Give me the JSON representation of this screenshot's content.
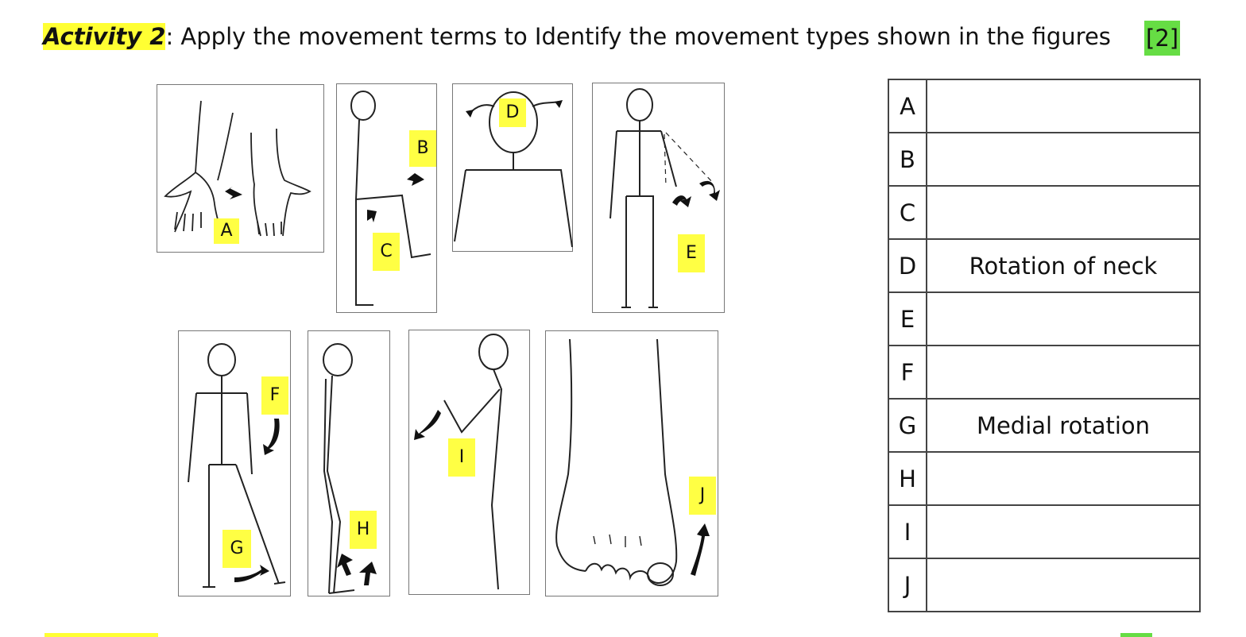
{
  "heading": {
    "activity_label": "Activity 2",
    "instruction": ": Apply the movement terms to Identify the movement types shown in the figures",
    "marks": "[2]"
  },
  "figure_labels": {
    "A": "A",
    "B": "B",
    "C": "C",
    "D": "D",
    "E": "E",
    "F": "F",
    "G": "G",
    "H": "H",
    "I": "I",
    "J": "J"
  },
  "answer_table": [
    {
      "letter": "A",
      "answer": ""
    },
    {
      "letter": "B",
      "answer": ""
    },
    {
      "letter": "C",
      "answer": ""
    },
    {
      "letter": "D",
      "answer": "Rotation of neck"
    },
    {
      "letter": "E",
      "answer": ""
    },
    {
      "letter": "F",
      "answer": ""
    },
    {
      "letter": "G",
      "answer": "Medial rotation"
    },
    {
      "letter": "H",
      "answer": ""
    },
    {
      "letter": "I",
      "answer": ""
    },
    {
      "letter": "J",
      "answer": ""
    }
  ],
  "colors": {
    "highlight_yellow": "#ffff33",
    "highlight_green": "#66dd44"
  }
}
